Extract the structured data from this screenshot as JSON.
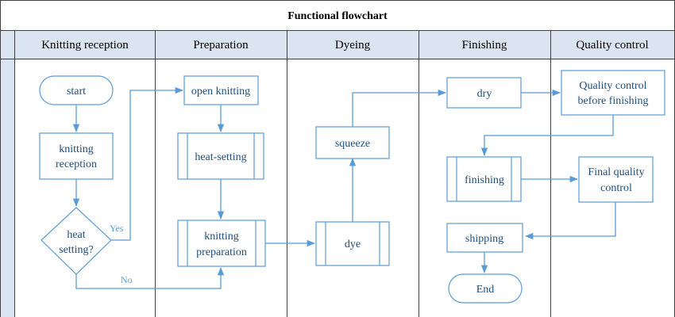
{
  "title": "Functional flowchart",
  "lanes": [
    "Knitting reception",
    "Preparation",
    "Dyeing",
    "Finishing",
    "Quality control"
  ],
  "nodes": {
    "start": "start",
    "knitting_reception": [
      "knitting",
      "reception"
    ],
    "heat_setting_decision": [
      "heat",
      "setting?"
    ],
    "open_knitting": "open knitting",
    "heat_setting": "heat-setting",
    "knitting_preparation": [
      "knitting",
      "preparation"
    ],
    "dye": "dye",
    "squeeze": "squeeze",
    "dry": "dry",
    "finishing": "finishing",
    "shipping": "shipping",
    "end": "End",
    "qc_before_finishing": [
      "Quality control",
      "before finishing"
    ],
    "final_quality_control": [
      "Final quality",
      "control"
    ]
  },
  "edge_labels": {
    "yes": "Yes",
    "no": "No"
  },
  "colors": {
    "accent": "#5b9bd5",
    "header_fill": "#dbe5f1",
    "text": "#1f4e79",
    "frame": "#404040"
  }
}
